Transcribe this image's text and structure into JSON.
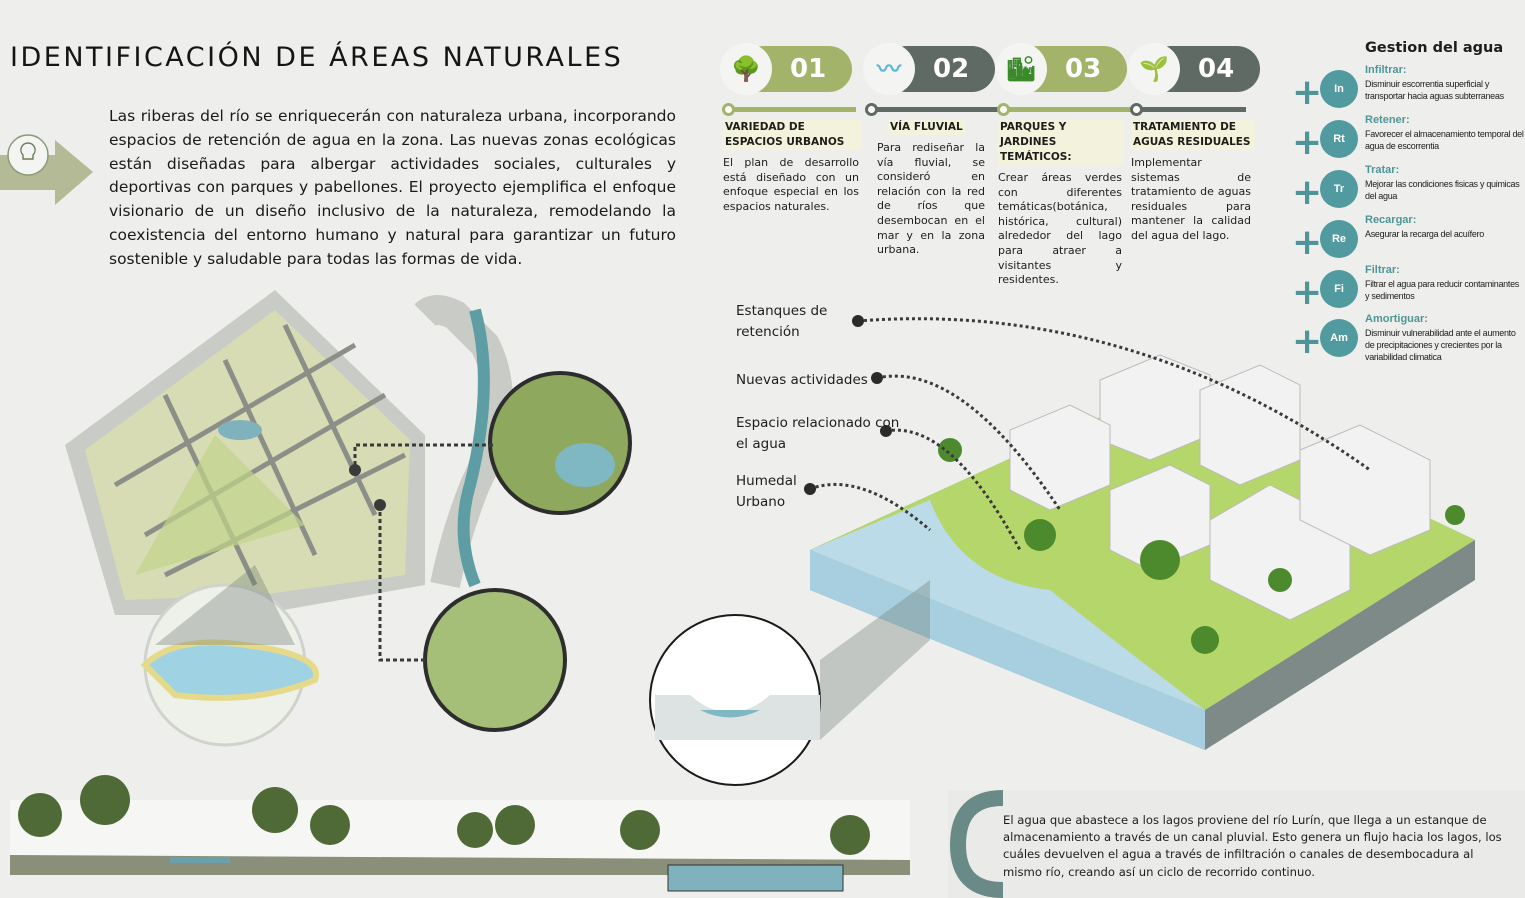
{
  "title": "IDENTIFICACIÓN DE ÁREAS NATURALES",
  "intro": "Las riberas del río se enriquecerán con naturaleza urbana, incorporando espacios de retención de agua en la zona. Las nuevas zonas ecológicas están diseñadas para albergar actividades sociales, culturales y deportivas con parques y pabellones. El proyecto ejemplifica el enfoque visionario de un diseño inclusivo de la naturaleza, remodelando la coexistencia del entorno humano y natural para garantizar un futuro sostenible y saludable para todas las formas de vida.",
  "colors": {
    "olive": "#a3b36a",
    "slate": "#5f6a64",
    "teal": "#509aa0"
  },
  "steps": [
    {
      "number": "01",
      "icon": "city-park-icon",
      "heading": "VARIEDAD DE ESPACIOS URBANOS",
      "body": "El plan de desarrollo está diseñado con un enfoque especial en los espacios naturales."
    },
    {
      "number": "02",
      "icon": "river-icon",
      "heading": "VÍA FLUVIAL",
      "body": "Para rediseñar la vía fluvial, se consideró en relación con la red de ríos que desembocan en el mar y en la zona urbana."
    },
    {
      "number": "03",
      "icon": "green-city-icon",
      "heading": "PARQUES Y JARDINES TEMÁTICOS:",
      "body": "Crear áreas verdes con diferentes temáticas(botánica, histórica, cultural) alrededor del lago para atraer a visitantes y residentes."
    },
    {
      "number": "04",
      "icon": "sprout-icon",
      "heading": "TRATAMIENTO DE AGUAS RESIDUALES",
      "body": "Implementar sistemas de tratamiento de aguas residuales para mantener la calidad del agua del lago."
    }
  ],
  "gestion": {
    "title": "Gestion del agua",
    "items": [
      {
        "abbr": "In",
        "title": "Infiltrar:",
        "desc": "Disminuir escorrentia superficial y transportar hacia aguas subterraneas"
      },
      {
        "abbr": "Rt",
        "title": "Retener:",
        "desc": "Favorecer el almacenamiento temporal del agua de escorrentia"
      },
      {
        "abbr": "Tr",
        "title": "Tratar:",
        "desc": "Mejorar las condiciones fisicas y quimicas del agua"
      },
      {
        "abbr": "Re",
        "title": "Recargar:",
        "desc": "Asegurar la recarga del acuífero"
      },
      {
        "abbr": "Fi",
        "title": "Filtrar:",
        "desc": "Filtrar el agua para reducir contaminantes y sedimentos"
      },
      {
        "abbr": "Am",
        "title": "Amortiguar:",
        "desc": "Disminuir vulnerabilidad ante el aumento de precipitaciones y crecientes por la variabilidad climatica"
      }
    ]
  },
  "labels": [
    "Estanques de retención",
    "Nuevas actividades",
    "Espacio relacionado con el agua",
    "Humedal Urbano"
  ],
  "bottom_text": "El agua que abastece a los lagos proviene del río Lurín, que llega a un estanque de almacenamiento a través de un canal pluvial. Esto genera un flujo hacia los lagos, los cuáles devuelven el agua a través de infiltración o canales de desembocadura al mismo río, creando así un ciclo de recorrido continuo."
}
